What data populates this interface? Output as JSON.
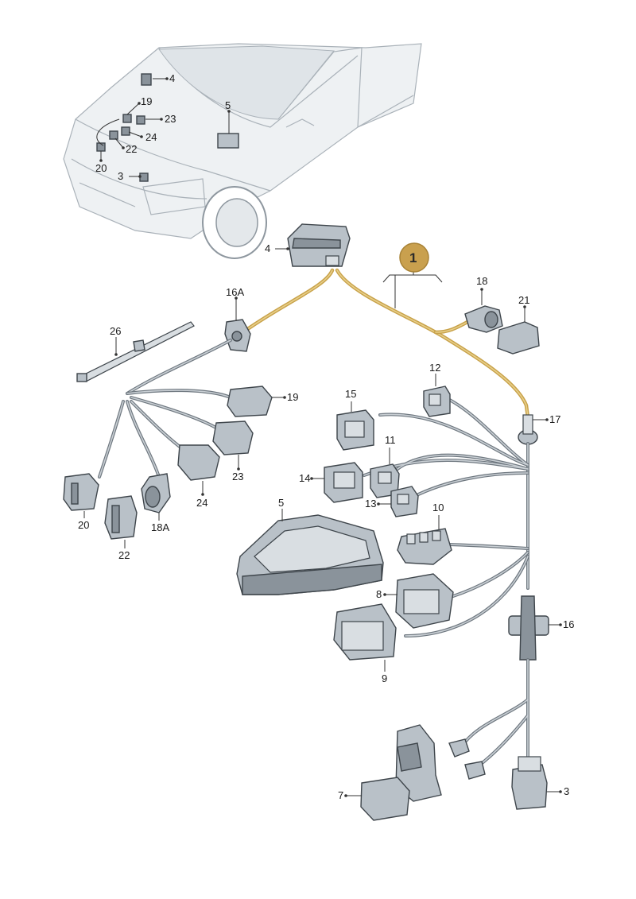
{
  "callout": {
    "number": "1"
  },
  "labels": {
    "car_4": "4",
    "car_5": "5",
    "car_19": "19",
    "car_23": "23",
    "car_24": "24",
    "car_22": "22",
    "car_20": "20",
    "car_3": "3",
    "p4": "4",
    "p16A": "16A",
    "p18": "18",
    "p21": "21",
    "p26": "26",
    "p19": "19",
    "p15": "15",
    "p12": "12",
    "p17": "17",
    "p11": "11",
    "p14": "14",
    "p13": "13",
    "p10": "10",
    "p23": "23",
    "p24": "24",
    "p20": "20",
    "p22": "22",
    "p18A": "18A",
    "p5": "5",
    "p8": "8",
    "p9": "9",
    "p16": "16",
    "p7": "7",
    "p3": "3"
  },
  "colors": {
    "highlight": "#c8a24a",
    "callout_fill": "#c9a04e",
    "wire": "#6f7880",
    "part": "#b9c1c8"
  }
}
